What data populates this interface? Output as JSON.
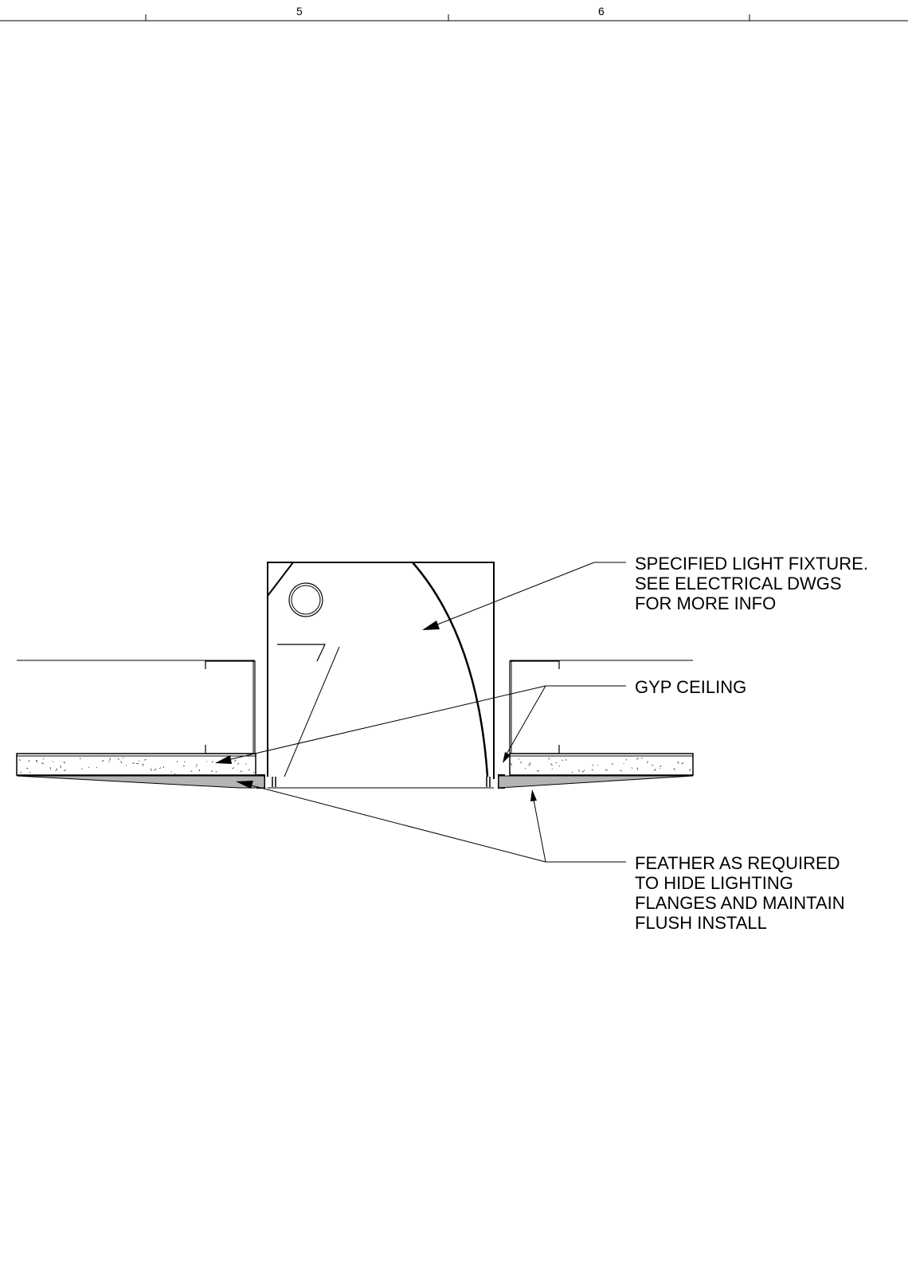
{
  "ruler": {
    "labels": [
      "5",
      "6"
    ]
  },
  "callouts": {
    "fixture": [
      "SPECIFIED LIGHT FIXTURE.",
      "SEE ELECTRICAL DWGS",
      "FOR MORE INFO"
    ],
    "ceiling": [
      "GYP CEILING"
    ],
    "feather": [
      "FEATHER AS REQUIRED",
      "TO HIDE LIGHTING",
      "FLANGES AND MAINTAIN",
      "FLUSH INSTALL"
    ]
  },
  "colors": {
    "line": "#000000",
    "feather_fill": "#b4b4b4",
    "speckle": "#333333"
  }
}
